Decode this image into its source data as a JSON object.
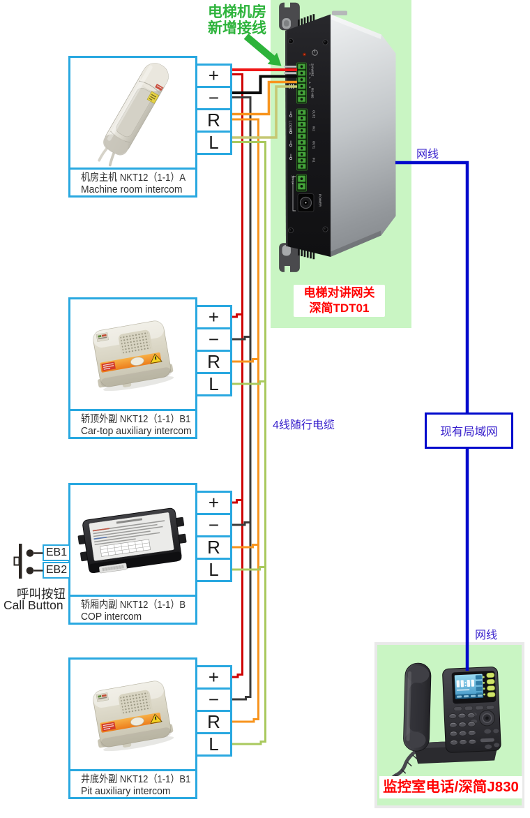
{
  "note": {
    "line1": "电梯机房",
    "line2": "新增接线"
  },
  "gateway": {
    "label_line1": "电梯对讲网关",
    "label_line2": "深简TDT01"
  },
  "network": {
    "cable_label_top": "网线",
    "cable_label_bottom": "网线",
    "lan_label": "现有局域网",
    "traveling_cable_label": "4线随行电缆"
  },
  "phone": {
    "label": "监控室电话/深简J830"
  },
  "terminals": [
    "+",
    "−",
    "R",
    "L"
  ],
  "devices": [
    {
      "zh": "机房主机 NKT12（1-1）A",
      "en": "Machine room intercom"
    },
    {
      "zh": "轿顶外副 NKT12（1-1）B1",
      "en": "Car-top auxiliary intercom"
    },
    {
      "zh": "轿厢内副 NKT12（1-1）B",
      "en": "COP intercom"
    },
    {
      "zh": "井底外副 NKT12（1-1）B1",
      "en": "Pit auxiliary intercom"
    }
  ],
  "call_button": {
    "eb1": "EB1",
    "eb2": "EB2",
    "zh": "呼叫按钮",
    "en": "Call Button"
  },
  "gateway_markings": {
    "wire": "2/4 WIRE",
    "pins": "+ - R L A B",
    "rs485": "RS-485",
    "io": [
      "OUT2",
      "IN2",
      "OUT1",
      "IN1"
    ],
    "logic": "LOGIC",
    "power_in": "12V 1A",
    "power": "POWER"
  },
  "colors": {
    "panel_green": "#c9f5c3",
    "box_border_cyan": "#29a8e0",
    "wire_red": "#cf0202",
    "wire_black": "#0a0a0a",
    "wire_orange": "#f7941e",
    "wire_yellow_green": "#a9c95e",
    "network_blue": "#0009cc",
    "blue_label_text": "#3a23cd",
    "note_green": "#2db33b",
    "label_red": "#ff0000"
  }
}
